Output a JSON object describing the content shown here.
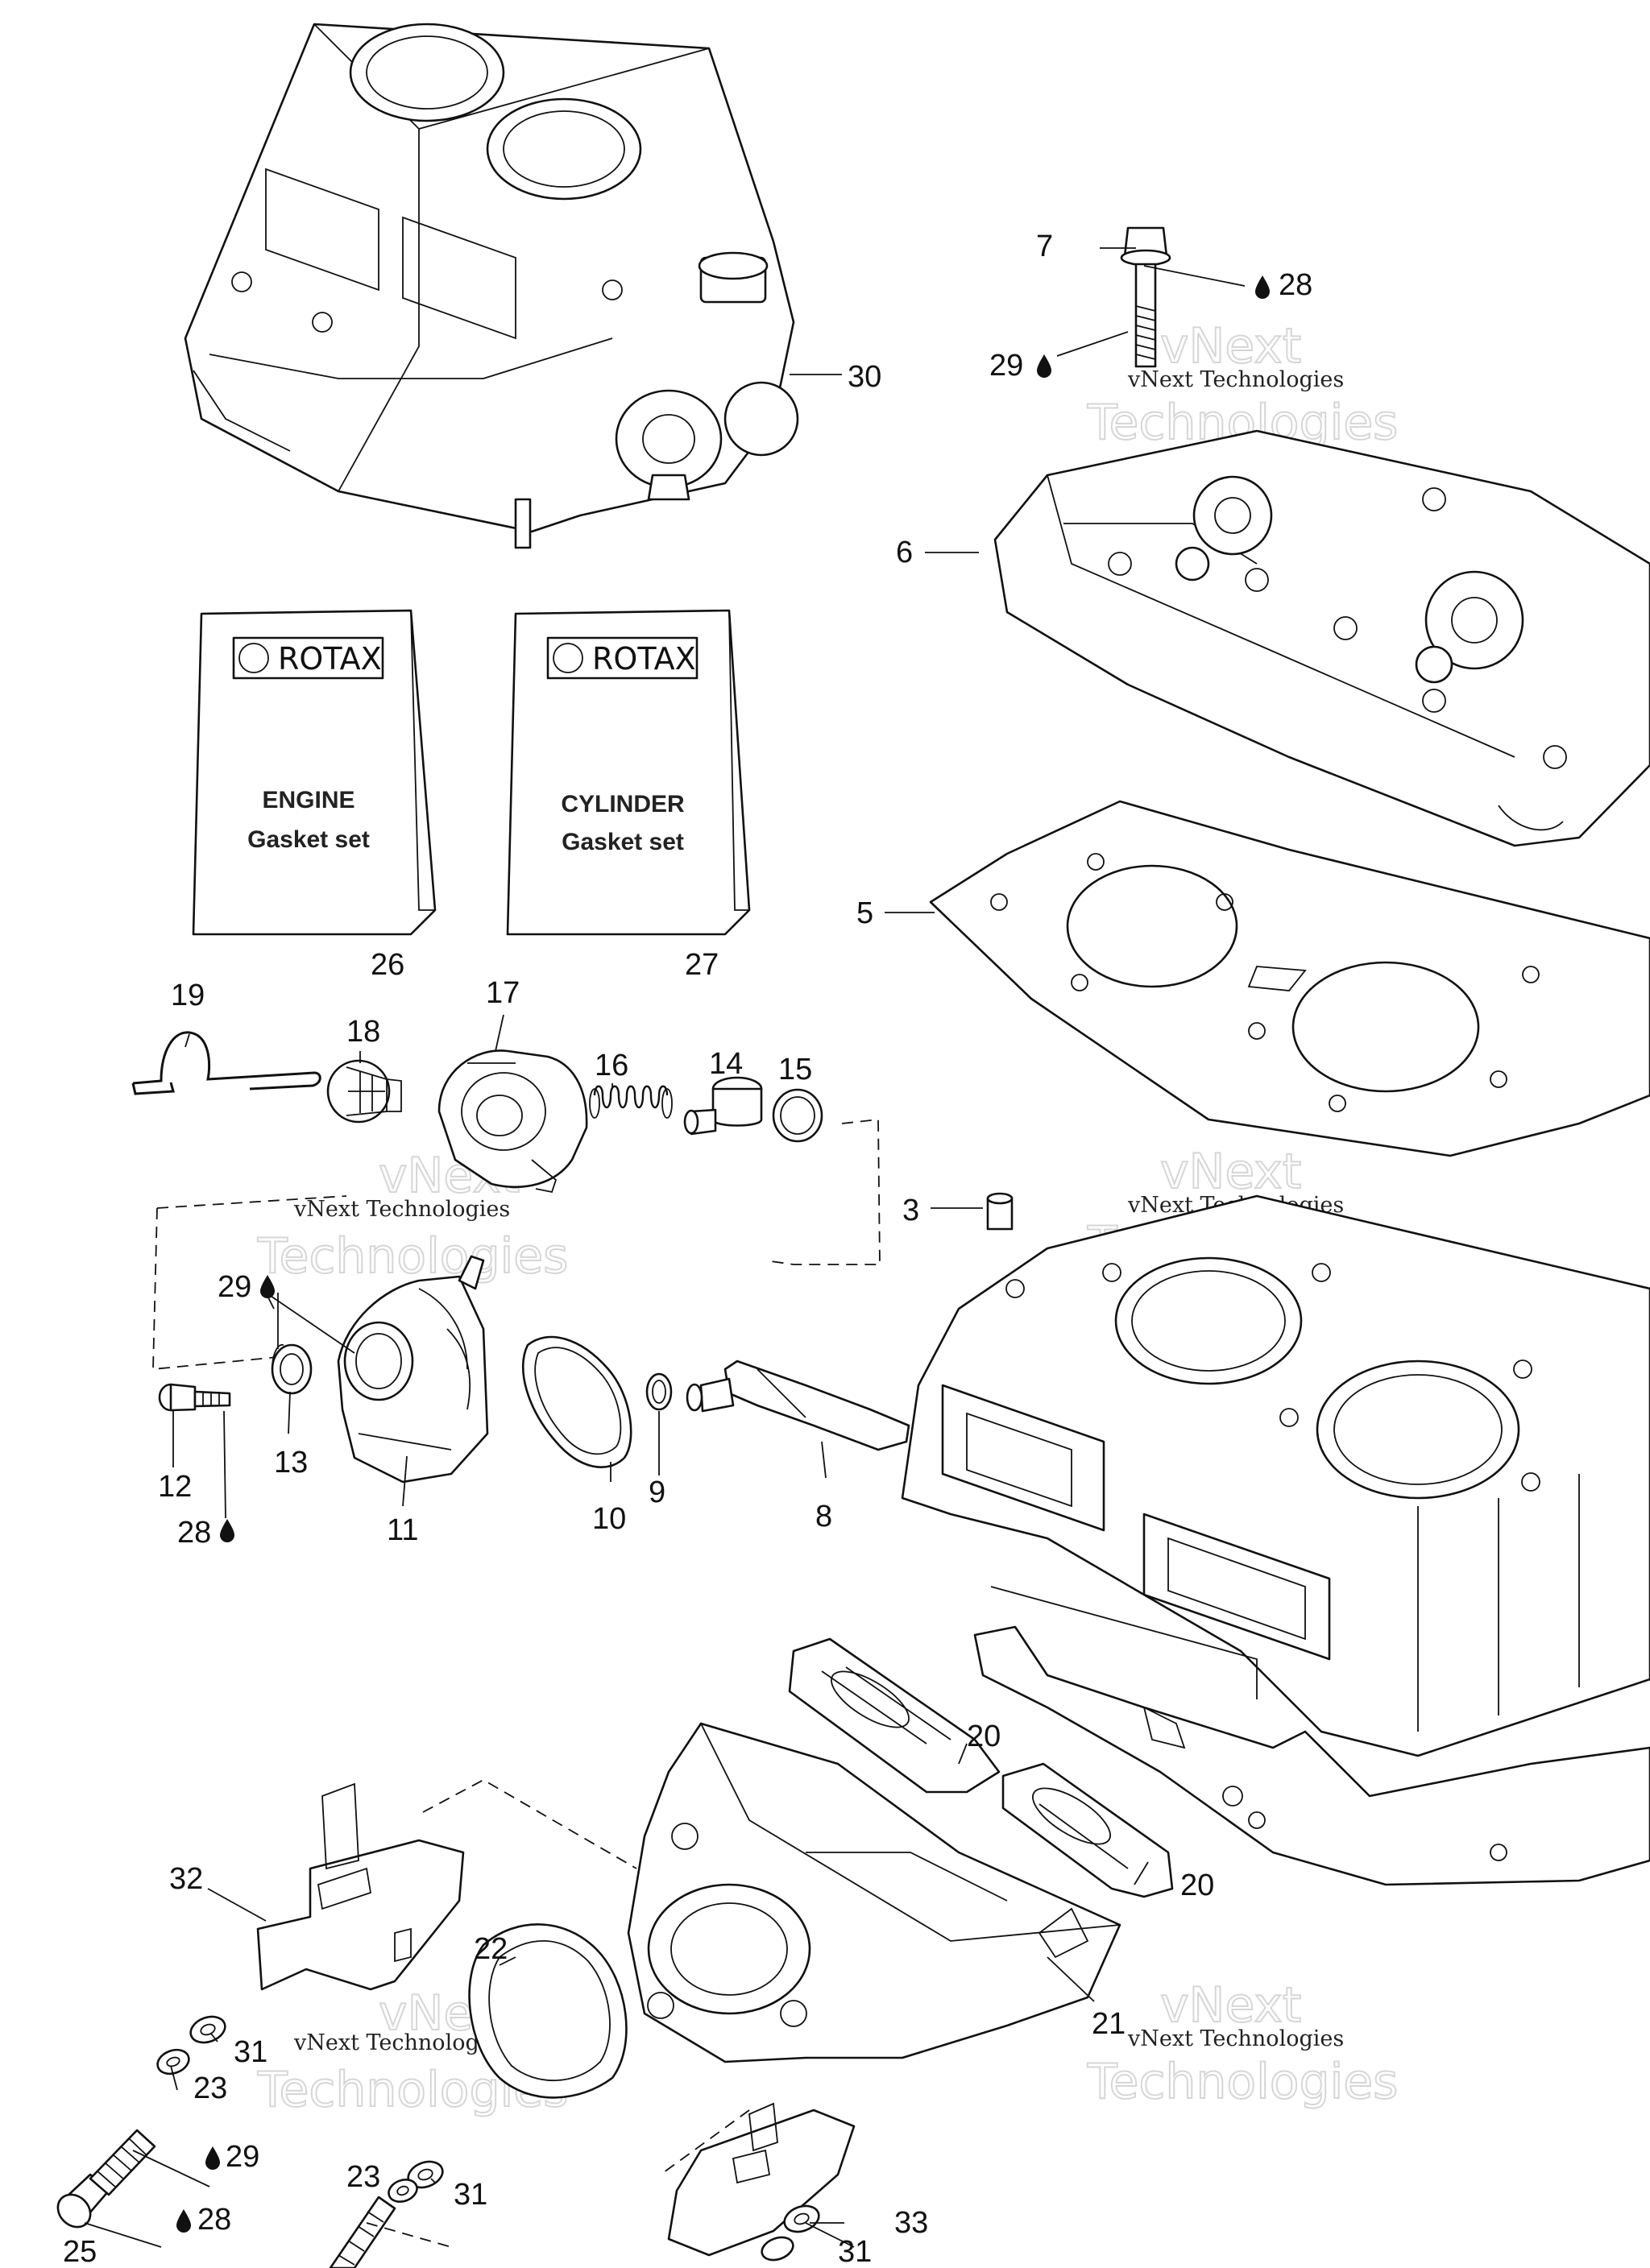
{
  "callouts": {
    "c3": "3",
    "c5": "5",
    "c6": "6",
    "c7": "7",
    "c8": "8",
    "c9": "9",
    "c10": "10",
    "c11": "11",
    "c12": "12",
    "c13": "13",
    "c14": "14",
    "c15": "15",
    "c16": "16",
    "c17": "17",
    "c18": "18",
    "c19": "19",
    "c20a": "20",
    "c20b": "20",
    "c21": "21",
    "c22": "22",
    "c23a": "23",
    "c23b": "23",
    "c25": "25",
    "c26": "26",
    "c27": "27",
    "c28a": "28",
    "c28b": "28",
    "c28c": "28",
    "c29a": "29",
    "c29b": "29",
    "c29c": "29",
    "c30": "30",
    "c31a": "31",
    "c31b": "31",
    "c31c": "31",
    "c32": "32",
    "c33": "33"
  },
  "kits": {
    "engine": {
      "brand": "ROTAX",
      "line1": "ENGINE",
      "line2": "Gasket set"
    },
    "cylinder": {
      "brand": "ROTAX",
      "line1": "CYLINDER",
      "line2": "Gasket set"
    }
  },
  "watermarks": {
    "brand_a": "vNext",
    "brand_b": "Technologies",
    "full": "vNext Technologies"
  },
  "icons": {
    "lubricant": "oil-drop-icon"
  }
}
